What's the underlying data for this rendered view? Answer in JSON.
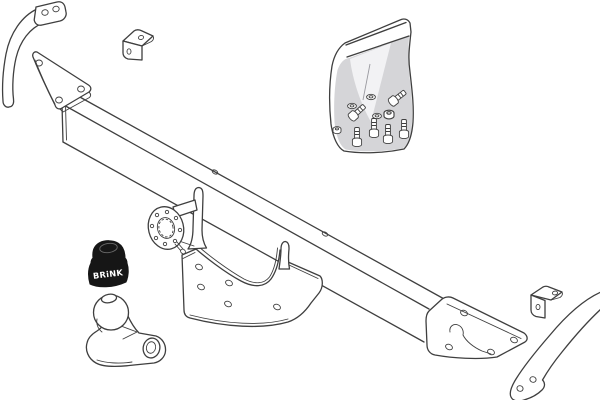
{
  "figure": {
    "type": "product-line-illustration",
    "subject": "Brink towbar (tow hitch) kit illustration",
    "brand_label": "BRiNK",
    "colors": {
      "background": "#ffffff",
      "line": "#3f3f3f",
      "cap": "#161616",
      "bag_shade": "#d5d5d8",
      "bag_highlight": "#f2f2f4",
      "logo_text": "#ffffff"
    },
    "parts": [
      {
        "name": "left-side-arm",
        "desc": "curved side support arm with two bolt holes"
      },
      {
        "name": "small-angle-bracket-top",
        "desc": "small L-shaped mounting bracket with two holes"
      },
      {
        "name": "fastener-bag",
        "desc": "plastic bag of bolts, washers and nuts (fixing kit)"
      },
      {
        "name": "crossmember-beam",
        "desc": "main square-section towbar crossmember"
      },
      {
        "name": "left-end-plate",
        "desc": "triangular end mounting plate with three holes"
      },
      {
        "name": "center-ball-bracket",
        "desc": "U-saddle ball mounting bracket with slotted holes and circular bolt flange"
      },
      {
        "name": "right-end-plate",
        "desc": "right end mounting plate with four holes"
      },
      {
        "name": "small-angle-bracket-right",
        "desc": "small L-shaped mounting bracket with two holes"
      },
      {
        "name": "right-side-arm",
        "desc": "curved side support arm with two bolt holes"
      },
      {
        "name": "ball-cover-cap",
        "desc": "black towball cover cap with brand logo"
      },
      {
        "name": "flange-towball",
        "desc": "flanged towball with bushing eye"
      }
    ]
  }
}
